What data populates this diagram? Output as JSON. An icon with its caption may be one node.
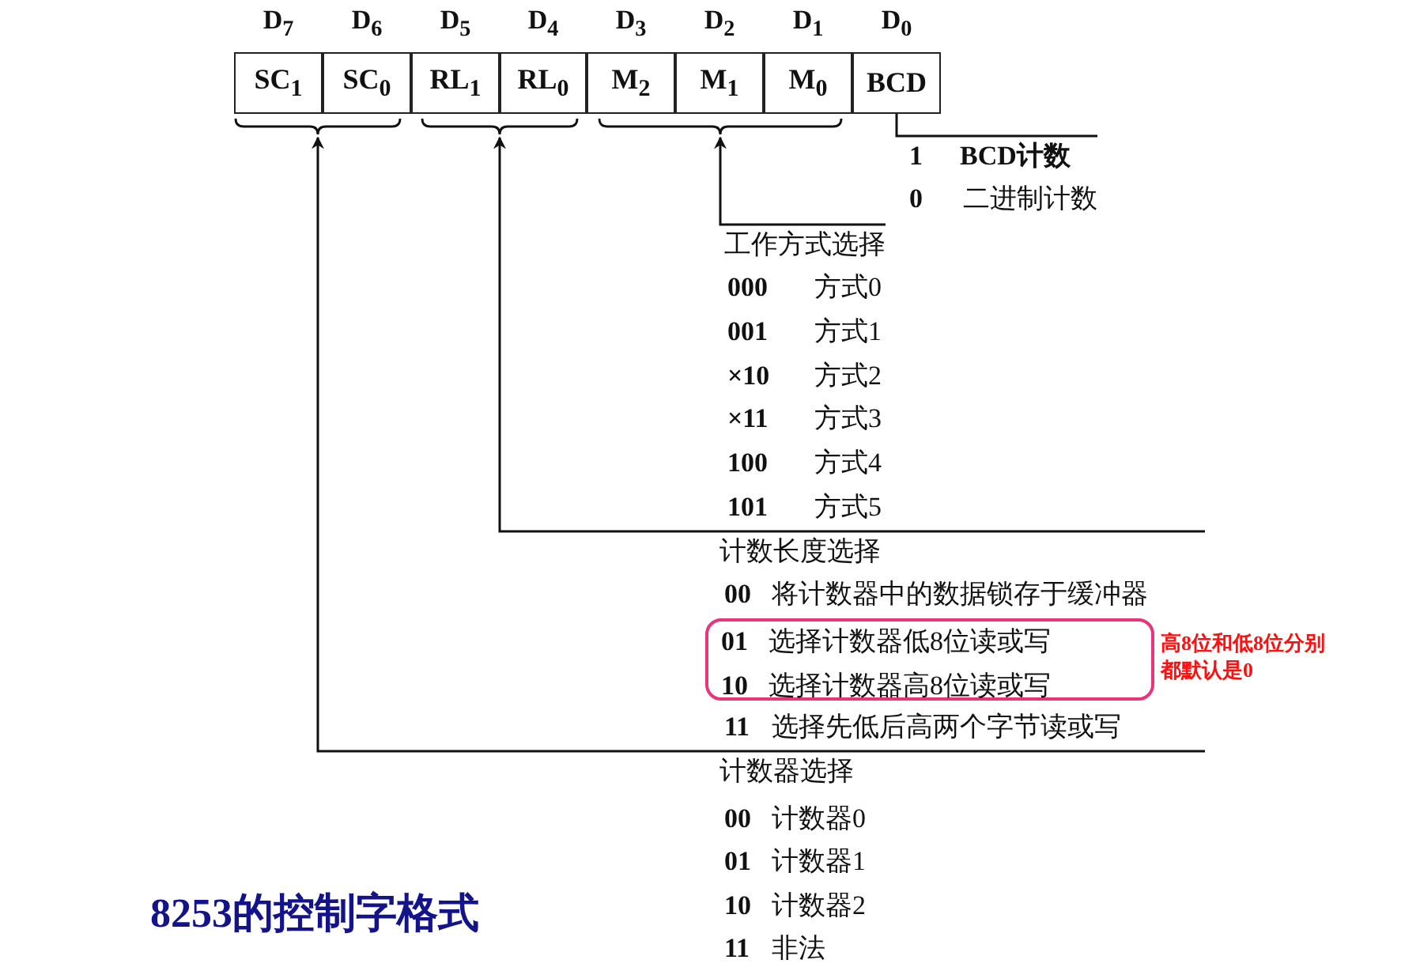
{
  "diagram": {
    "title": "8253的控制字格式",
    "nodes": [
      {
        "text": [
          "SC$_{1}$"
        ],
        "beside": [
          "D$_{7}$"
        ]
      },
      {
        "text": [
          "SC$_{0}$"
        ],
        "beside": [
          "D$_{6}$"
        ]
      },
      {
        "text": [
          "RL$_{1}$"
        ],
        "beside": [
          "D$_{5}$"
        ]
      },
      {
        "text": [
          "RL$_{0}$"
        ],
        "beside": [
          "D$_{4}$"
        ]
      },
      {
        "text": [
          "M$_{2}$"
        ],
        "beside": [
          "D$_{3}$"
        ]
      },
      {
        "text": [
          "M$_{1}$"
        ],
        "beside": [
          "D$_{2}$"
        ]
      },
      {
        "text": [
          "M$_{0}$"
        ],
        "beside": [
          "D$_{1}$"
        ]
      },
      {
        "text": [
          "BCD"
        ],
        "beside": [
          "D$_{0}$"
        ]
      },
      {
        "text": [],
        "shape": "brace"
      },
      {
        "text": [],
        "shape": "brace"
      },
      {
        "text": [],
        "shape": "brace"
      },
      {
        "text": [
          "1",
          "BCD计数",
          "0",
          "二进制计数"
        ]
      },
      {
        "text": [
          "工作方式选择",
          "000",
          "方式0",
          "001",
          "方式1",
          "×10",
          "方式2",
          "×11",
          "方式3",
          "100",
          "方式4",
          "101",
          "方式5"
        ]
      },
      {
        "text": [
          "计数长度选择",
          "00",
          "将计数器中的数据锁存于缓冲器",
          "11",
          "选择先低后高两个字节读或写"
        ]
      },
      {
        "text": [
          "01",
          "选择计数器低8位读或写",
          "10",
          "选择计数器高8位读或写"
        ],
        "in": 13,
        "beside": [
          "高8位和低8位分别都默认是0"
        ]
      },
      {
        "text": [
          "计数器选择",
          "00",
          "计数器0",
          "01",
          "计数器1",
          "10",
          "计数器2",
          "11",
          "非法"
        ]
      }
    ],
    "edges": [
      {
        "from": 7,
        "to": 11,
        "arrow": "none"
      },
      {
        "from": 12,
        "to": 10,
        "arrow": "to"
      },
      {
        "from": 13,
        "to": 9,
        "arrow": "to"
      },
      {
        "from": 15,
        "to": 8,
        "arrow": "to"
      }
    ]
  }
}
